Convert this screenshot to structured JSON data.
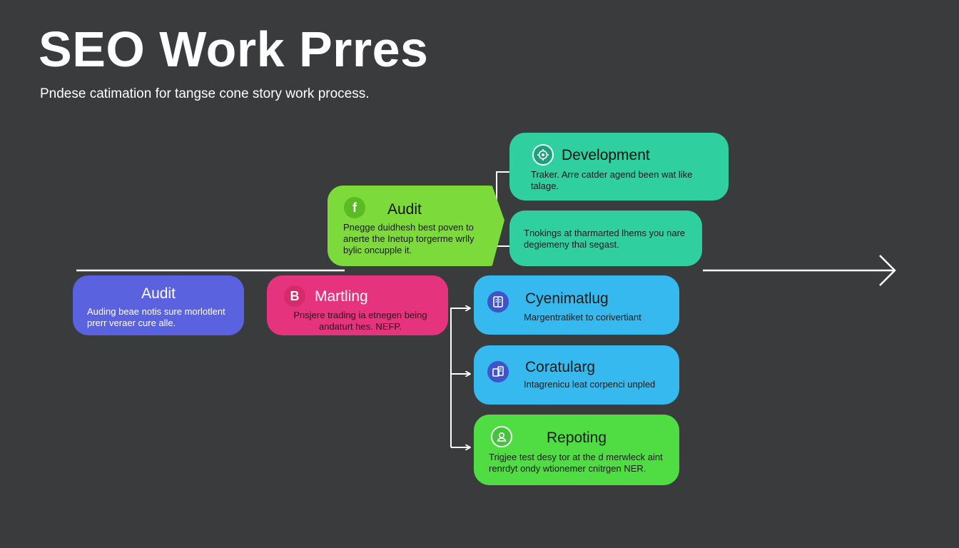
{
  "title": "SEO Work Prres",
  "subtitle": "Pndese catimation for tangse cone story work process.",
  "colors": {
    "background": "#3a3b3d",
    "audit_left": "#5b62df",
    "marketing": "#e5337d",
    "audit_center": "#7cda3a",
    "teal": "#2fcfa0",
    "cyan": "#35b9ef",
    "reporting": "#4fdd43",
    "connector": "#ffffff"
  },
  "nodes": {
    "audit_left": {
      "heading": "Audit",
      "description": "Auding beae notis sure morlotlent prerr veraer cure alle.",
      "icon": ""
    },
    "marketing": {
      "heading": "Martling",
      "description": "Pnsjere trading ia etnegen being andaturt hes. NEFP.",
      "icon": "letter-b-icon",
      "icon_glyph": "B"
    },
    "audit_center": {
      "heading": "Audit",
      "description": "Pnegge duidhesh best poven to anerte the Inetup torgerme wrlly bylic oncupple it.",
      "icon": "facebook-icon",
      "icon_glyph": "f"
    },
    "development": {
      "heading": "Development",
      "description": "Traker. Arre catder agend been wat like talage.",
      "icon": "gear-target-icon"
    },
    "tracking": {
      "heading": "",
      "description": "Tnokings at tharmarted lhems you nare degiemeny thal segast."
    },
    "campaign": {
      "heading": "Cyenimatlug",
      "description": "Margentratiket to corivertiant",
      "icon": "document-icon"
    },
    "content": {
      "heading": "Coratularg",
      "description": "Intagrenicu leat corpenci unpled",
      "icon": "devices-icon"
    },
    "reporting": {
      "heading": "Repoting",
      "description": "Trigjee test desy tor at the d merwleck aint renrdyt ondy wtionemer cnitrgen NER.",
      "icon": "user-location-icon"
    }
  }
}
